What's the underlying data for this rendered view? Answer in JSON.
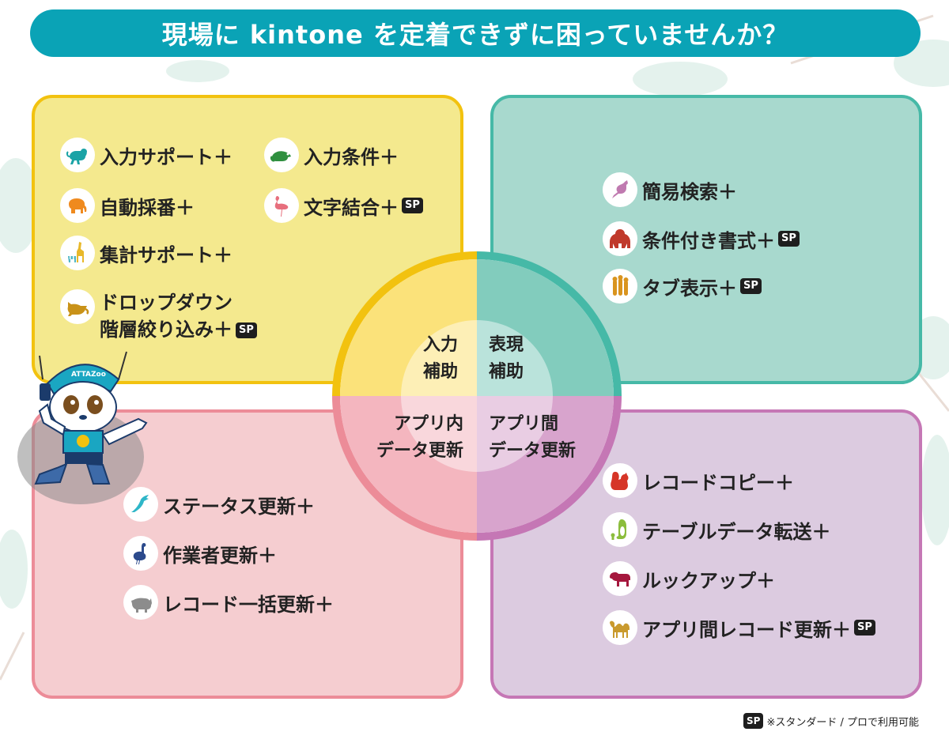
{
  "title": "現場に kintone を定着できずに困っていませんか？",
  "colors": {
    "title_bg": "#0aa3b6",
    "input_fill": "#f4e98e",
    "input_border": "#f2c20f",
    "display_fill": "#a8d9ce",
    "display_border": "#46b9a7",
    "inapp_fill": "#f5cdd0",
    "inapp_border": "#ec8c98",
    "crossapp_fill": "#dccbe0",
    "crossapp_border": "#c577b5"
  },
  "sp_badge": "SP",
  "center": {
    "input": "入力\n補助",
    "input_l1": "入力",
    "input_l2": "補助",
    "display_l1": "表現",
    "display_l2": "補助",
    "inapp_l1": "アプリ内",
    "inapp_l2": "データ更新",
    "crossapp_l1": "アプリ間",
    "crossapp_l2": "データ更新"
  },
  "input_items": [
    {
      "label": "入力サポート＋",
      "icon": "monkey-icon",
      "sp": false
    },
    {
      "label": "入力条件＋",
      "icon": "chameleon-icon",
      "sp": false
    },
    {
      "label": "自動採番＋",
      "icon": "elephant-icon",
      "sp": false
    },
    {
      "label": "文字結合＋",
      "icon": "flamingo-icon",
      "sp": true
    },
    {
      "label": "集計サポート＋",
      "icon": "giraffe-zebra-icon",
      "sp": false
    },
    {
      "label_l1": "ドロップダウン",
      "label_l2": "階層絞り込み＋",
      "icon": "fox-icon",
      "sp": true
    }
  ],
  "display_items": [
    {
      "label": "簡易検索＋",
      "icon": "kangaroo-icon",
      "sp": false
    },
    {
      "label": "条件付き書式＋",
      "icon": "gorilla-icon",
      "sp": true
    },
    {
      "label": "タブ表示＋",
      "icon": "meerkat-icon",
      "sp": true
    }
  ],
  "inapp_items": [
    {
      "label": "ステータス更新＋",
      "icon": "bird-icon",
      "sp": false
    },
    {
      "label": "作業者更新＋",
      "icon": "ostrich-icon",
      "sp": false
    },
    {
      "label": "レコード一括更新＋",
      "icon": "rhino-icon",
      "sp": false
    }
  ],
  "crossapp_items": [
    {
      "label": "レコードコピー＋",
      "icon": "squirrel-icon",
      "sp": false
    },
    {
      "label": "テーブルデータ転送＋",
      "icon": "penguin-icon",
      "sp": false
    },
    {
      "label": "ルックアップ＋",
      "icon": "lion-icon",
      "sp": false
    },
    {
      "label": "アプリ間レコード更新＋",
      "icon": "camel-icon",
      "sp": true
    }
  ],
  "mascot_cap_text": "ATTAZoo",
  "footnote": "※スタンダード / プロで利用可能"
}
